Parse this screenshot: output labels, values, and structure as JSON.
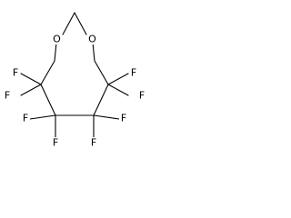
{
  "structure": {
    "atoms": {
      "O1": "O",
      "O2": "O",
      "F_left_upper_1": "F",
      "F_left_upper_2": "F",
      "F_right_upper_1": "F",
      "F_right_upper_2": "F",
      "F_left_lower_1": "F",
      "F_left_lower_2": "F",
      "F_right_lower_1": "F",
      "F_right_lower_2": "F"
    }
  },
  "colors": {
    "bond": "#000000",
    "label": "#000000",
    "background": "#ffffff"
  }
}
